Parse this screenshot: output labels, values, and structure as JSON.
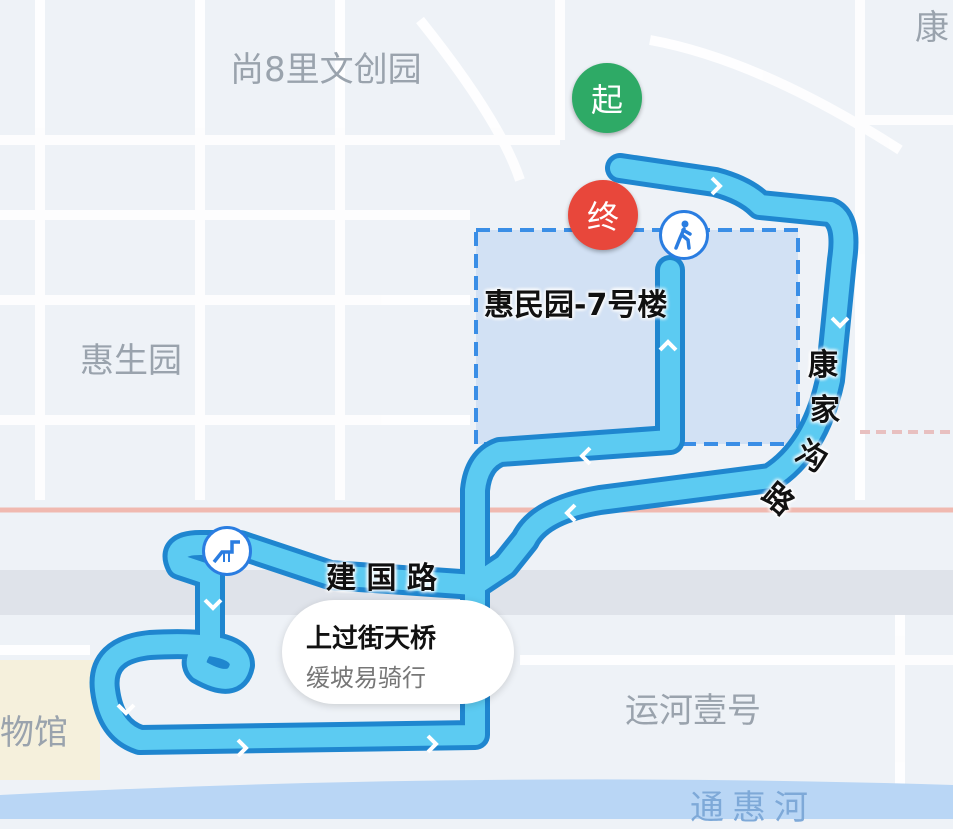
{
  "map": {
    "poi_labels": {
      "shang8": "尚8里文创园",
      "kang_top": "康",
      "huishengyuan": "惠生园",
      "yunhe": "运河壹号",
      "museum": "物馆",
      "tonghuihe": "通惠河"
    },
    "road_labels": {
      "kangjiagou": [
        "康",
        "家",
        "沟",
        "路"
      ],
      "jianguo": "建 国 路"
    },
    "markers": {
      "start": "起",
      "end": "终",
      "destination_label": "惠民园-7号楼"
    },
    "callout": {
      "title": "上过街天桥",
      "subtitle": "缓坡易骑行"
    },
    "icons": [
      "walk-icon",
      "overpass-icon"
    ],
    "colors": {
      "route_outer": "#1f86cf",
      "route_inner": "#5ccbf2",
      "area_border": "#3a8ee6",
      "start_pin": "#2eaa66",
      "end_pin": "#e8473b",
      "water": "#b9d6f5"
    }
  }
}
